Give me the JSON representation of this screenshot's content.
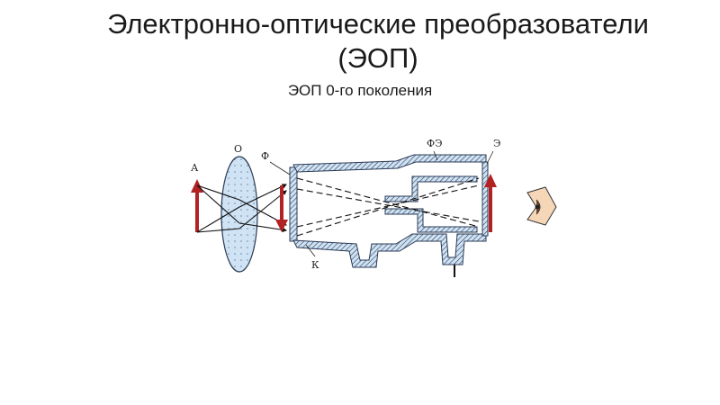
{
  "slide": {
    "title_line1": "Электронно-оптические преобразователи",
    "title_line2": "(ЭОП)",
    "subtitle": "ЭОП 0-го поколения"
  },
  "diagram": {
    "labels": {
      "object": "А",
      "lens": "О",
      "photocathode": "Ф",
      "focusing_electrode": "ФЭ",
      "screen": "Э",
      "housing": "К"
    },
    "icons": [
      "eye-icon"
    ],
    "colors": {
      "arrow": "#b22222",
      "glass": "#cfe3f4",
      "outline": "#2b3a55"
    }
  }
}
